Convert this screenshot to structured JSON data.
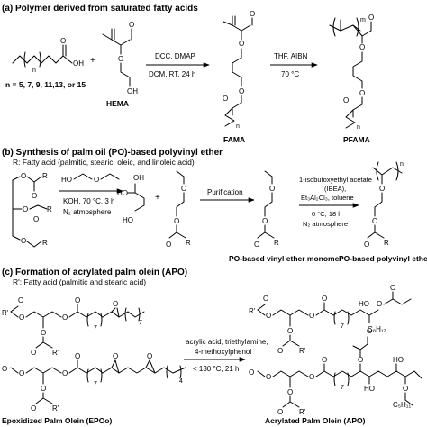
{
  "panels": {
    "a": {
      "title": "(a) Polymer derived from saturated fatty acids",
      "n_values": "n = 5, 7, 9, 11,13, or 15",
      "reagent_label": "HEMA",
      "step1_top": "DCC, DMAP",
      "step1_bottom": "DCM, RT, 24 h",
      "step2_top": "THF, AIBN",
      "step2_bottom": "70 °C",
      "product1": "FAMA",
      "product2": "PFAMA"
    },
    "b": {
      "title": "(b) Synthesis of palm oil (PO)-based polyvinyl ether",
      "r_def": "R: Fatty acid (palmitic, stearic, oleic, and linoleic acid)",
      "step1_top": "KOH, 70 °C, 3 h",
      "step1_bottom": "N₂ atmosphere",
      "purification": "Purification",
      "step2_line1": "1-isobutoxyethyl acetate",
      "step2_line2": "(IBEA),",
      "step2_line3": "Et₃Al₂Cl₃, toluene",
      "step2_line4": "0 °C, 18 h",
      "step2_line5": "N₂ atmosphere",
      "monomer_label": "PO-based vinyl ether monomer",
      "polymer_label": "PO-based polyvinyl ether"
    },
    "c": {
      "title": "(c) Formation of acrylated palm olein (APO)",
      "r_def": "R': Fatty acid (palmitic and stearic acid)",
      "cond_line1": "acrylic acid, triethylamine,",
      "cond_line2": "4-methoxylphenol",
      "cond_line3": "< 130 °C, 21 h",
      "reactant_label": "Epoxidized Palm Olein (EPOo)",
      "product_label": "Acrylated Palm Olein (APO)"
    }
  },
  "atoms": {
    "O": "O",
    "OH": "OH",
    "HO": "HO",
    "R": "R",
    "Rp": "R'",
    "n": "n",
    "m": "m",
    "seven": "7",
    "four": "4",
    "C8H17": "C₈H₁₇",
    "C5H11": "C₅H₁₁"
  }
}
